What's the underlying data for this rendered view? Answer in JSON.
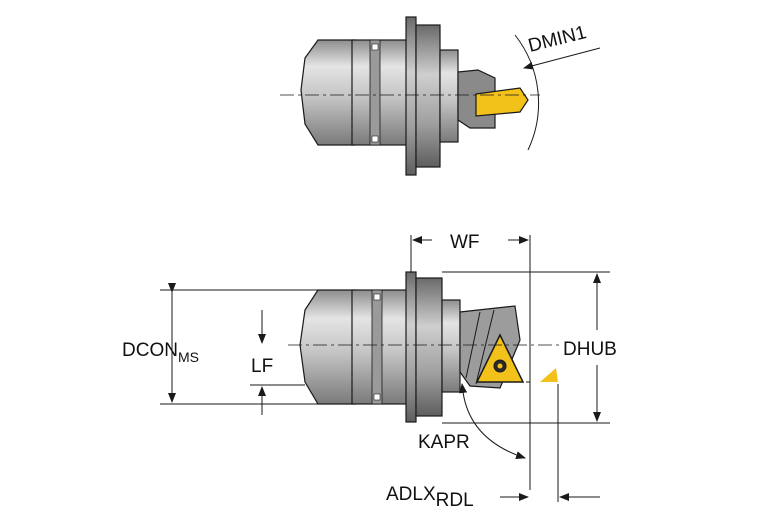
{
  "labels": {
    "dmin1": "DMIN1",
    "wf": "WF",
    "dhub": "DHUB",
    "dcon_main": "DCON",
    "dcon_sub": "MS",
    "lf": "LF",
    "kapr": "KAPR",
    "adlx_main": "ADLX",
    "adlx_sub": "RDL"
  },
  "colors": {
    "body_light": "#d6d6d6",
    "body_mid": "#a9a9a9",
    "body_dark": "#6e6e6e",
    "insert_gold": "#f2c21a",
    "outline": "#1a1a1a"
  }
}
